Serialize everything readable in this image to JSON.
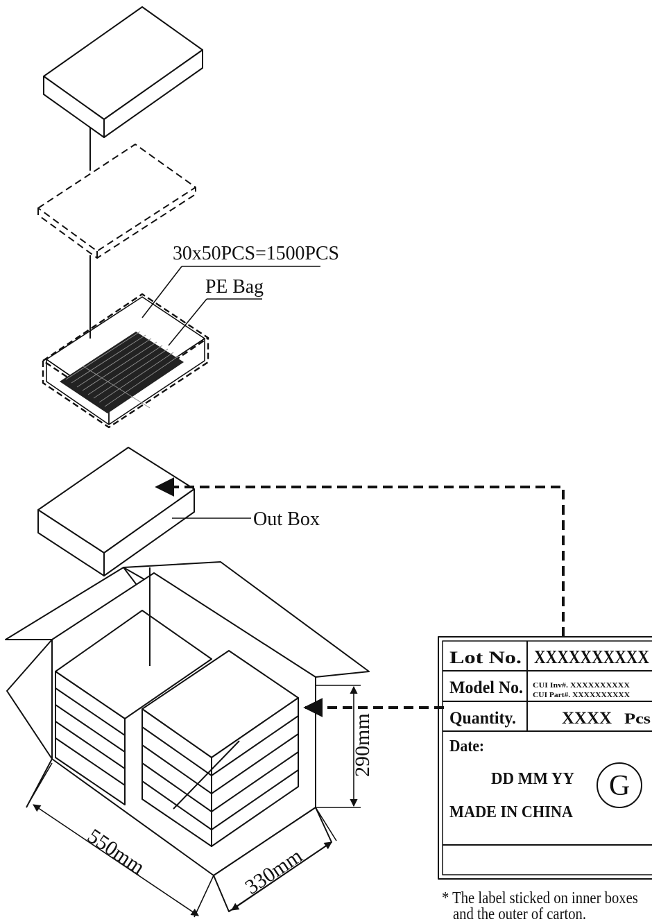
{
  "callouts": {
    "quantity_note": "30x50PCS=1500PCS",
    "pe_bag": "PE Bag",
    "out_box": "Out Box"
  },
  "dimensions": {
    "length": "550mm",
    "width": "330mm",
    "height": "290mm"
  },
  "label": {
    "rows": [
      {
        "key": "Lot No.",
        "value": "XXXXXXXXXX"
      },
      {
        "key": "Model No.",
        "value_line1": "CUI Inv#. XXXXXXXXXX",
        "value_line2": "CUI  Part#. XXXXXXXXXX"
      },
      {
        "key": "Quantity.",
        "value": "XXXX",
        "unit": "Pcs"
      }
    ],
    "date_key": "Date:",
    "date_value": "DD MM YY",
    "origin": "MADE IN CHINA",
    "mark": "G"
  },
  "footnote": {
    "line1": "* The label sticked on inner boxes",
    "line2": "and the outer of carton."
  }
}
